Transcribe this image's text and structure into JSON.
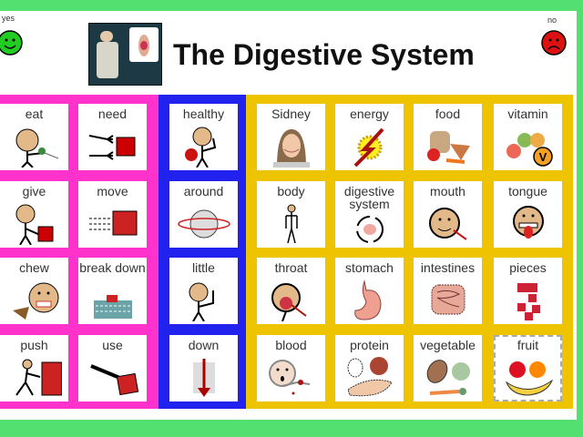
{
  "header": {
    "title": "The Digestive System",
    "yes_label": "yes",
    "no_label": "no"
  },
  "colors": {
    "frame": "#54e070",
    "verbs": "#ff33cc",
    "adjectives": "#2222ee",
    "nouns": "#eec300"
  },
  "verbs": [
    {
      "label": "eat",
      "icon": "person-eating-icon"
    },
    {
      "label": "need",
      "icon": "hands-reaching-icon"
    },
    {
      "label": "give",
      "icon": "person-giving-icon"
    },
    {
      "label": "move",
      "icon": "moving-square-icon"
    },
    {
      "label": "chew",
      "icon": "face-chewing-icon"
    },
    {
      "label": "break down",
      "icon": "breaking-down-icon"
    },
    {
      "label": "push",
      "icon": "person-pushing-icon"
    },
    {
      "label": "use",
      "icon": "hand-tool-icon"
    }
  ],
  "adjectives": [
    {
      "label": "healthy",
      "icon": "healthy-person-icon"
    },
    {
      "label": "around",
      "icon": "orbit-icon"
    },
    {
      "label": "little",
      "icon": "little-gesture-icon"
    },
    {
      "label": "down",
      "icon": "arrow-down-icon"
    }
  ],
  "nouns": [
    {
      "label": "Sidney",
      "icon": "person-photo-icon"
    },
    {
      "label": "energy",
      "icon": "energy-bolt-icon"
    },
    {
      "label": "food",
      "icon": "food-icon"
    },
    {
      "label": "vitamin",
      "icon": "vitamin-icon"
    },
    {
      "label": "body",
      "icon": "body-icon"
    },
    {
      "label": "digestive system",
      "icon": "digestive-cycle-icon"
    },
    {
      "label": "mouth",
      "icon": "mouth-icon"
    },
    {
      "label": "tongue",
      "icon": "tongue-icon"
    },
    {
      "label": "throat",
      "icon": "throat-icon"
    },
    {
      "label": "stomach",
      "icon": "stomach-icon"
    },
    {
      "label": "intestines",
      "icon": "intestines-icon"
    },
    {
      "label": "pieces",
      "icon": "pieces-icon"
    },
    {
      "label": "blood",
      "icon": "blood-icon"
    },
    {
      "label": "protein",
      "icon": "protein-icon"
    },
    {
      "label": "vegetable",
      "icon": "vegetable-icon"
    },
    {
      "label": "fruit",
      "icon": "fruit-icon",
      "selected": true
    }
  ]
}
